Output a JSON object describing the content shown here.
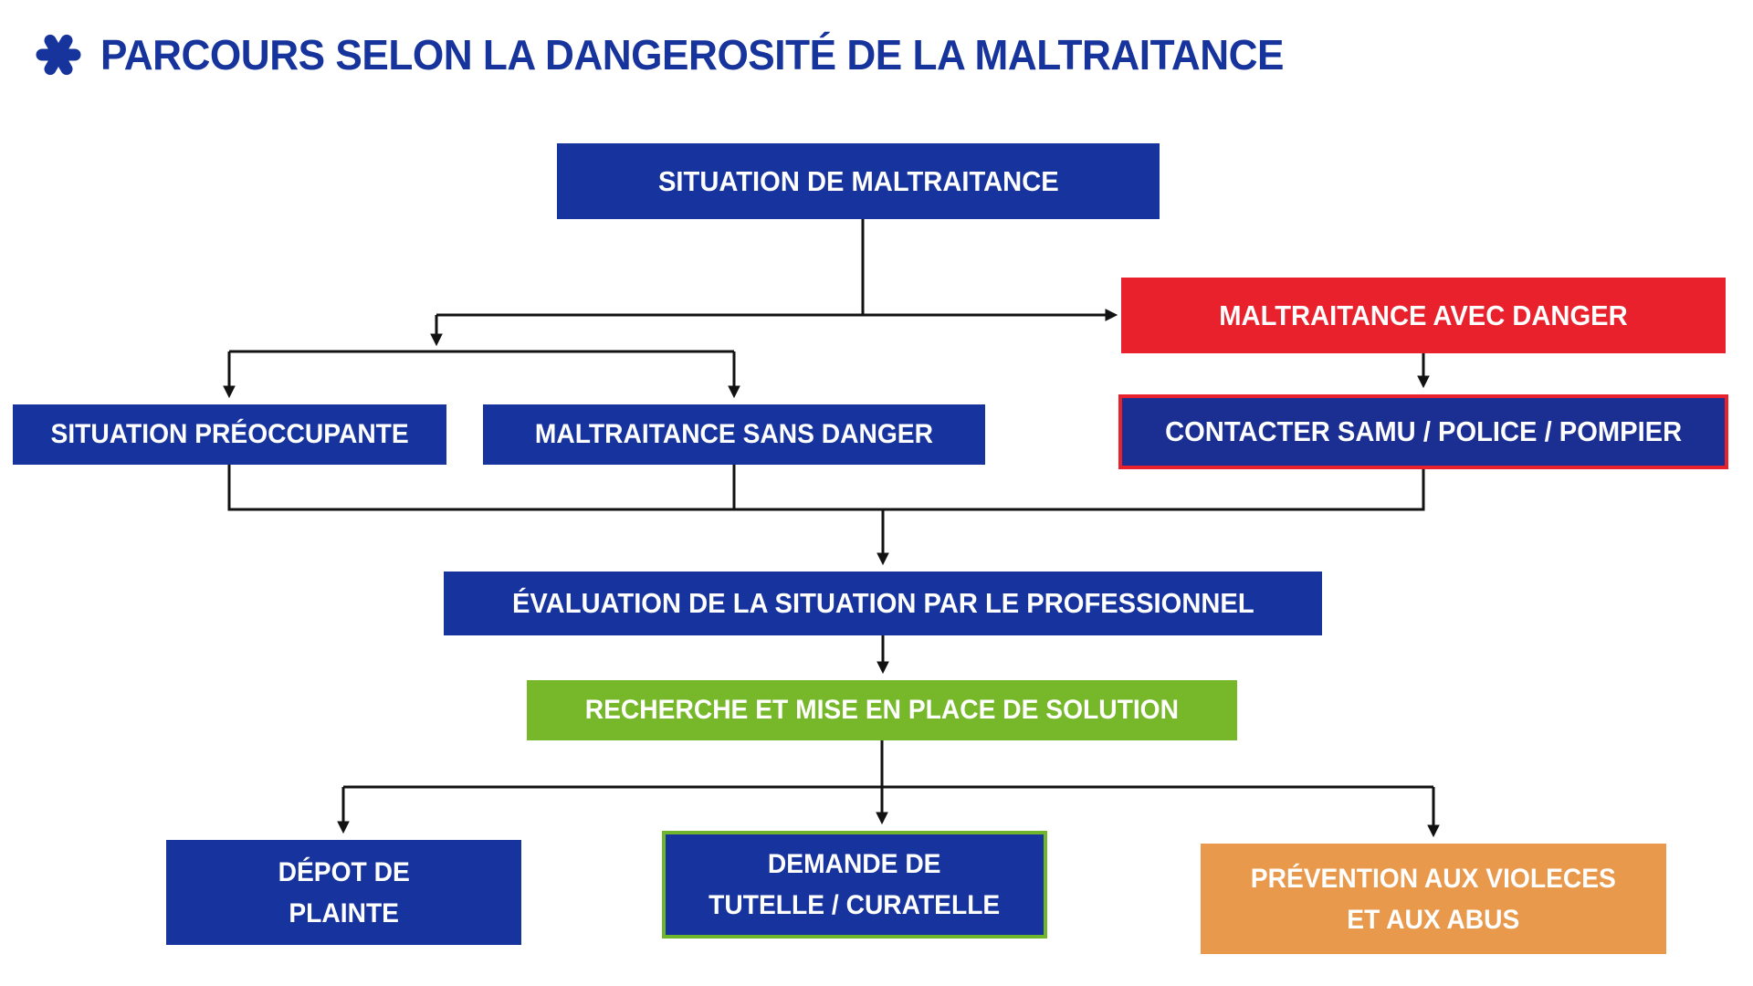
{
  "title": "PARCOURS SELON LA DANGEROSITÉ DE LA MALTRAITANCE",
  "colors": {
    "box_blue": "#17349E",
    "samu_inner_blue": "#1B2F93",
    "danger_red": "#E8212D",
    "solution_green": "#77B82B",
    "demande_border_green": "#6FB62C",
    "prevention_orange": "#E9994C",
    "title_blue": "#16349C",
    "line": "#121212",
    "background": "#FFFFFF",
    "text_on_box": "#FFFFFF"
  },
  "nodes": {
    "situation_de_maltraitance": {
      "label": "SITUATION DE MALTRAITANCE"
    },
    "maltraitance_avec_danger": {
      "label": "MALTRAITANCE AVEC DANGER"
    },
    "contacter_samu_police_pompier": {
      "label": "CONTACTER SAMU / POLICE / POMPIER"
    },
    "situation_preoccupante": {
      "label": "SITUATION PRÉOCCUPANTE"
    },
    "maltraitance_sans_danger": {
      "label": "MALTRAITANCE SANS DANGER"
    },
    "evaluation_par_le_professionnel": {
      "label": "ÉVALUATION DE LA SITUATION PAR LE PROFESSIONNEL"
    },
    "recherche_solution": {
      "label": "RECHERCHE ET MISE EN PLACE DE SOLUTION"
    },
    "depot_de_plainte": {
      "lines": [
        "DÉPOT DE",
        "PLAINTE"
      ]
    },
    "demande_tutelle_curatelle": {
      "lines": [
        "DEMANDE DE",
        "TUTELLE / CURATELLE"
      ]
    },
    "prevention_violences_abus": {
      "lines": [
        "PRÉVENTION AUX VIOLECES",
        "ET AUX ABUS"
      ]
    }
  }
}
